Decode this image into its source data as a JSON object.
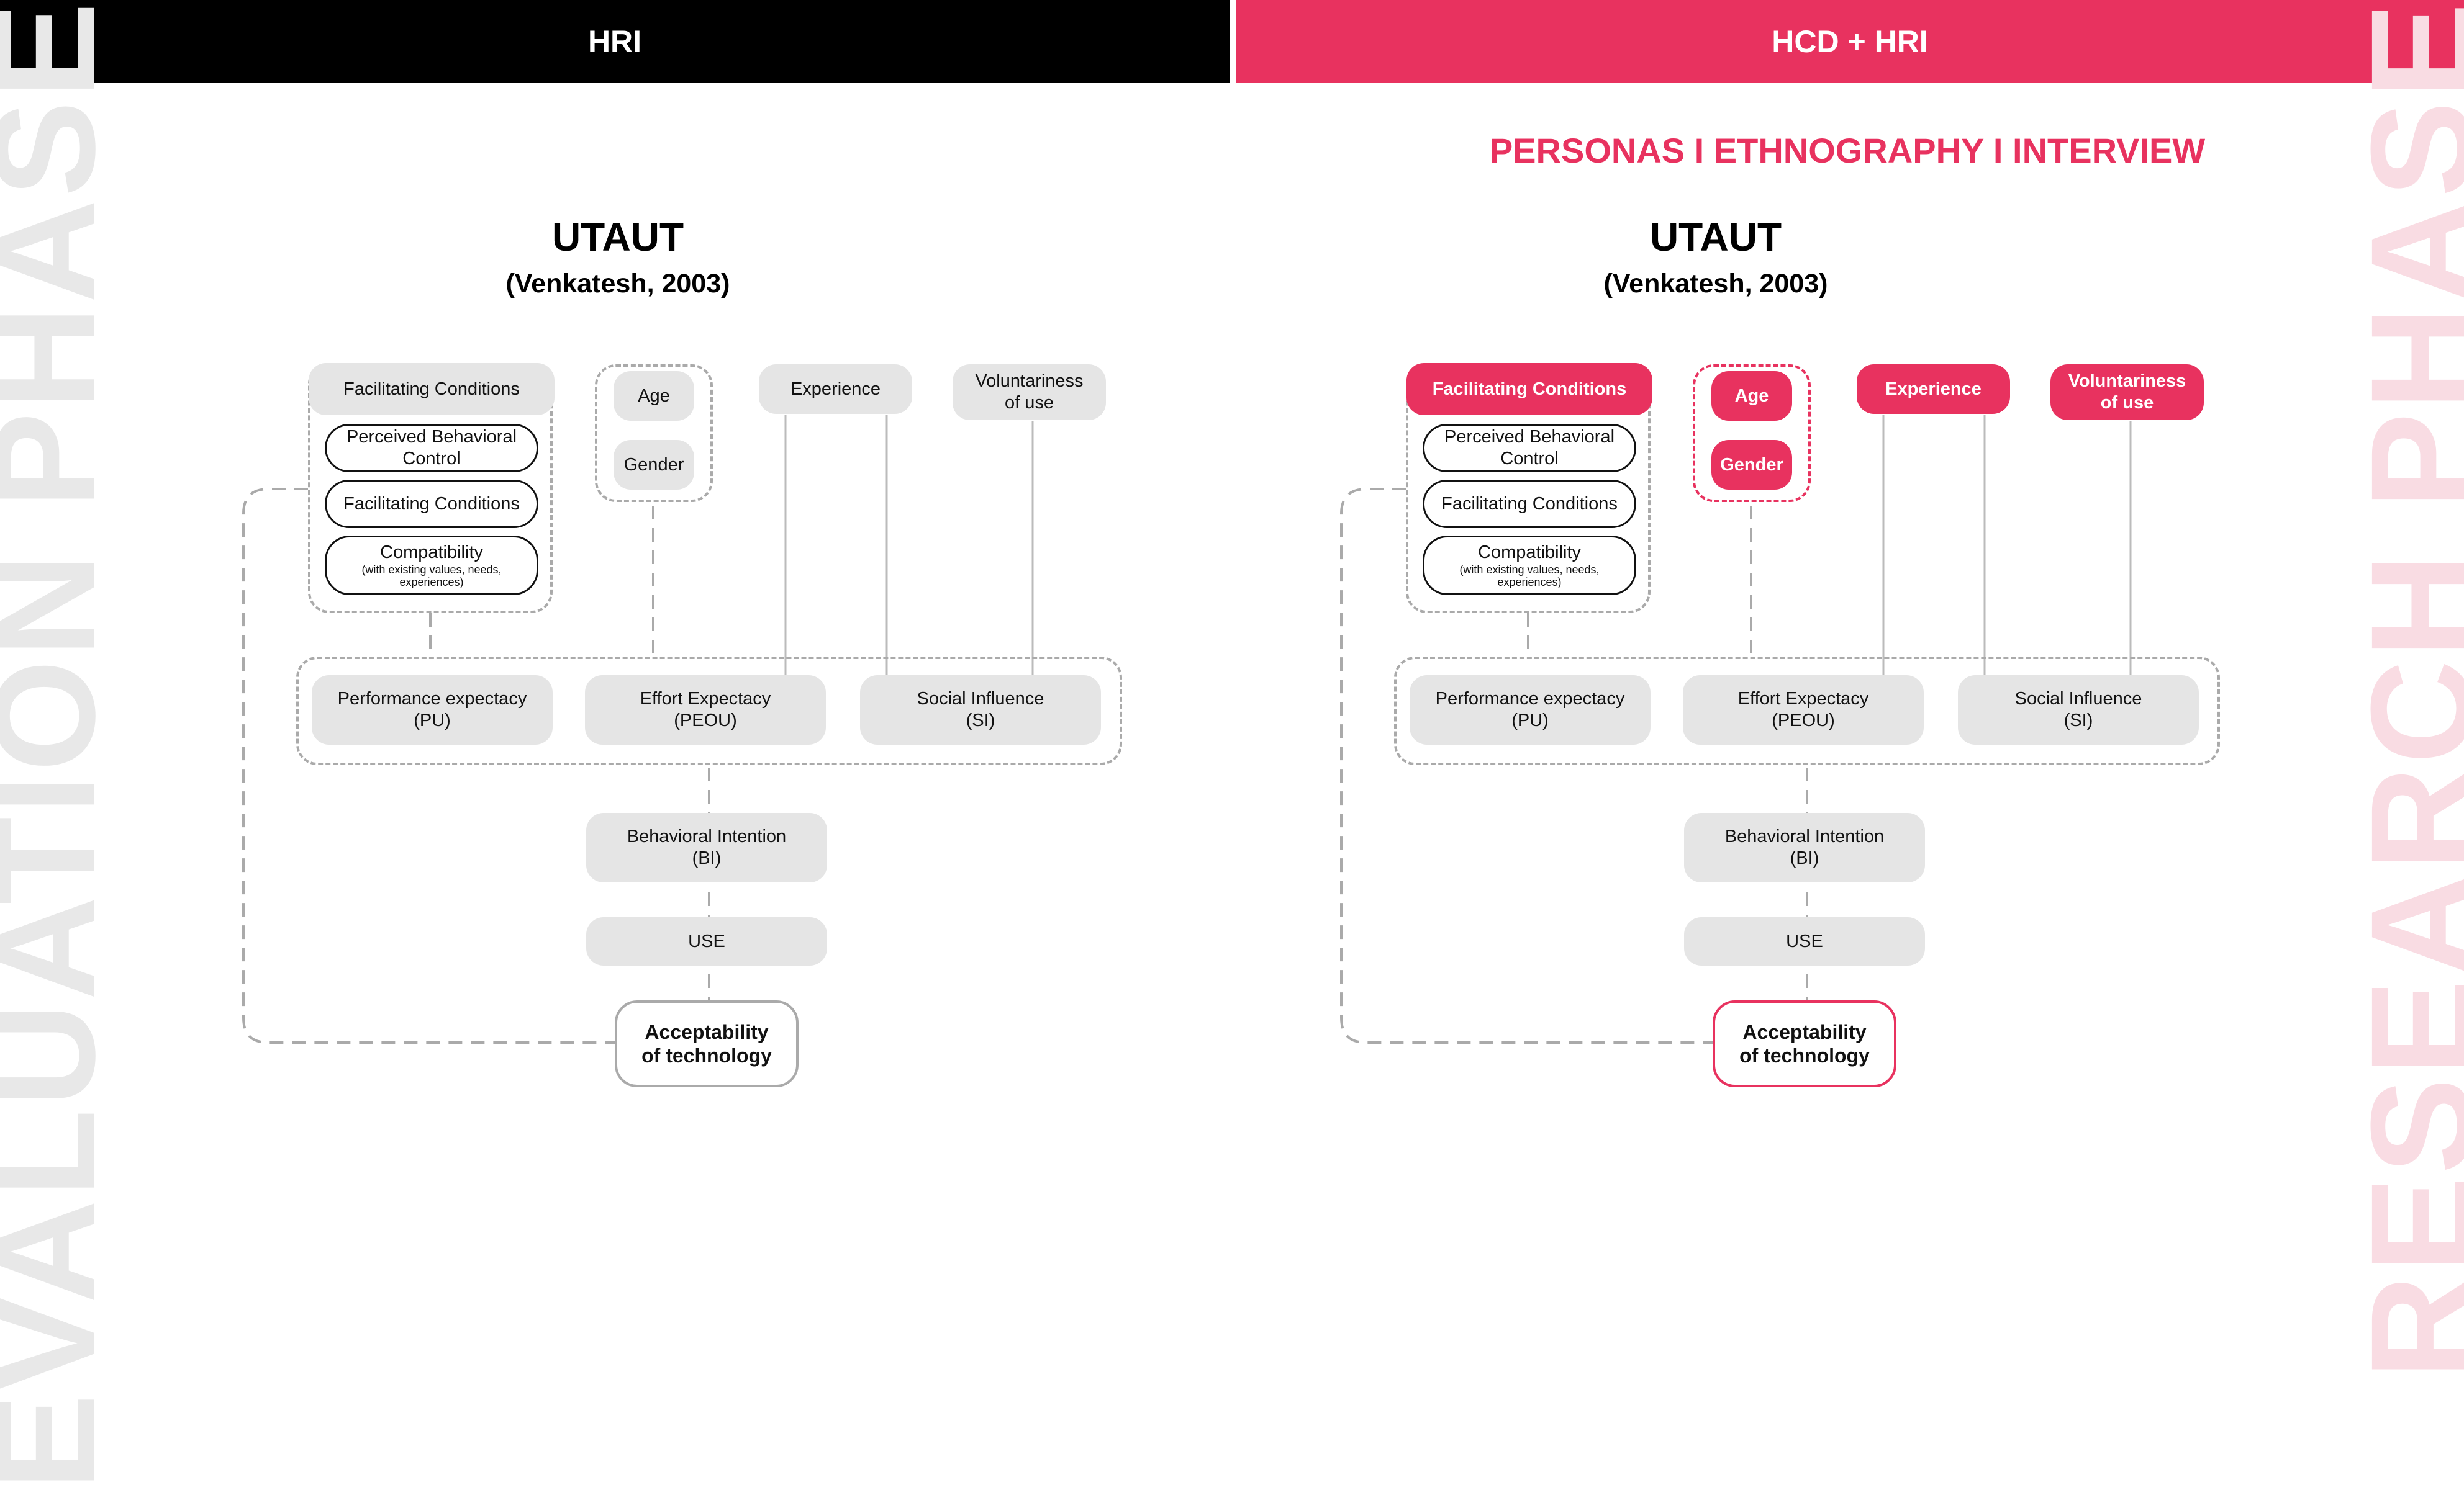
{
  "header": {
    "left_title": "HRI",
    "right_title": "HCD + HRI"
  },
  "side_labels": {
    "left": "EVALUATION PHASE",
    "right": "RESEARCH PHASE"
  },
  "methods": "PERSONAS I ETHNOGRAPHY I INTERVIEW",
  "colors": {
    "accent": "#e8325f",
    "box_gray": "#e5e5e5",
    "dash_gray": "#aaaaaa",
    "left_header": "#000000"
  },
  "models": [
    {
      "title": "UTAUT",
      "subtitle": "(Venkatesh, 2003)",
      "facilitating_conditions": "Facilitating Conditions",
      "fc_items": [
        {
          "label": "Perceived Behavioral Control",
          "note": ""
        },
        {
          "label": "Facilitating Conditions",
          "note": ""
        },
        {
          "label": "Compatibility",
          "note": "(with existing values, needs, experiences)"
        }
      ],
      "age": "Age",
      "gender": "Gender",
      "experience": "Experience",
      "voluntariness": "Voluntariness of use",
      "performance": [
        "Performance expectacy",
        "(PU)"
      ],
      "effort": [
        "Effort Expectacy",
        "(PEOU)"
      ],
      "social": [
        "Social Influence",
        "(SI)"
      ],
      "intention": [
        "Behavioral Intention",
        "(BI)"
      ],
      "use": "USE",
      "acceptability": [
        "Acceptability",
        "of technology"
      ]
    },
    {
      "title": "UTAUT",
      "subtitle": "(Venkatesh, 2003)",
      "facilitating_conditions": "Facilitating Conditions",
      "fc_items": [
        {
          "label": "Perceived Behavioral Control",
          "note": ""
        },
        {
          "label": "Facilitating Conditions",
          "note": ""
        },
        {
          "label": "Compatibility",
          "note": "(with existing values, needs, experiences)"
        }
      ],
      "age": "Age",
      "gender": "Gender",
      "experience": "Experience",
      "voluntariness": "Voluntariness of use",
      "performance": [
        "Performance expectacy",
        "(PU)"
      ],
      "effort": [
        "Effort Expectacy",
        "(PEOU)"
      ],
      "social": [
        "Social Influence",
        "(SI)"
      ],
      "intention": [
        "Behavioral Intention",
        "(BI)"
      ],
      "use": "USE",
      "acceptability": [
        "Acceptability",
        "of technology"
      ]
    }
  ]
}
